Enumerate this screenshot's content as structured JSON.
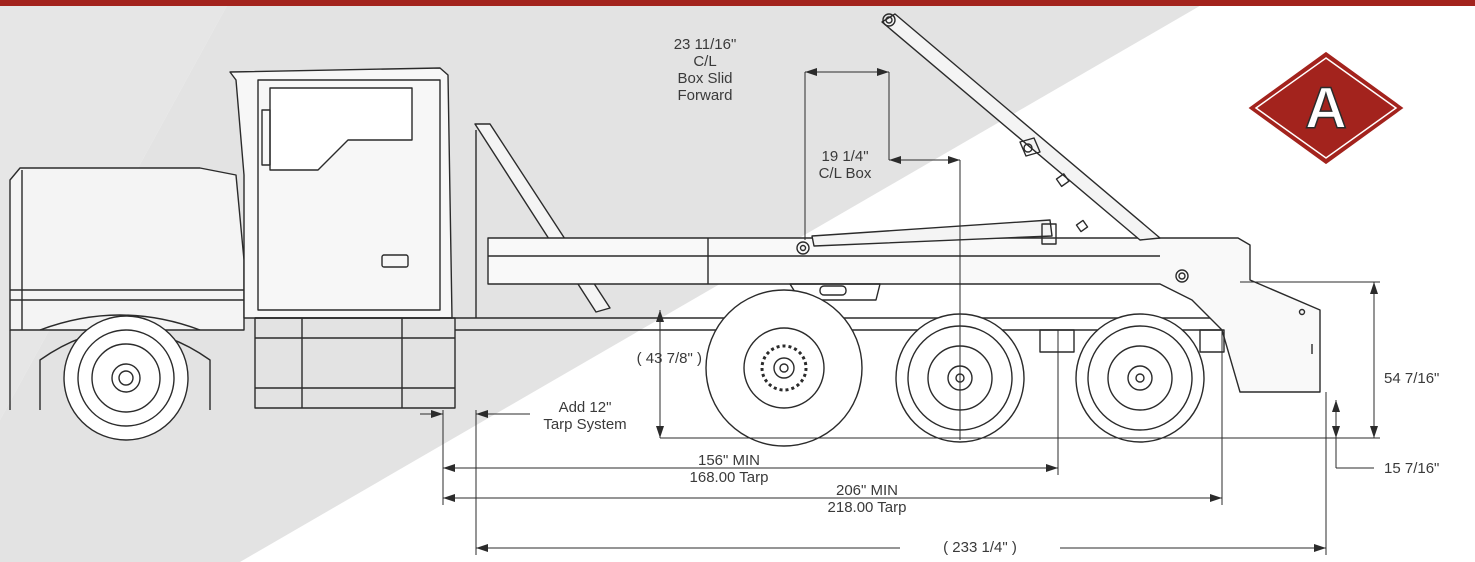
{
  "colors": {
    "top_bar": "#a3231d",
    "panel_gray": "#e6e6e6",
    "line": "#2b2b2b",
    "logo_red": "#a3231d"
  },
  "logo": {
    "letter": "A"
  },
  "dimensions": {
    "box_slid_forward": [
      "23 11/16\"",
      "C/L",
      "Box Slid",
      "Forward"
    ],
    "cl_box": [
      "19 1/4\"",
      "C/L Box"
    ],
    "frame_height": "( 43 7/8\" )",
    "tarp_add": [
      "Add 12\"",
      "Tarp System"
    ],
    "height_54": "54 7/16\"",
    "height_15": "15 7/16\"",
    "wb_156": [
      "156\" MIN",
      "168.00 Tarp"
    ],
    "wb_206": [
      "206\" MIN",
      "218.00 Tarp"
    ],
    "overall": "( 233 1/4\" )"
  }
}
